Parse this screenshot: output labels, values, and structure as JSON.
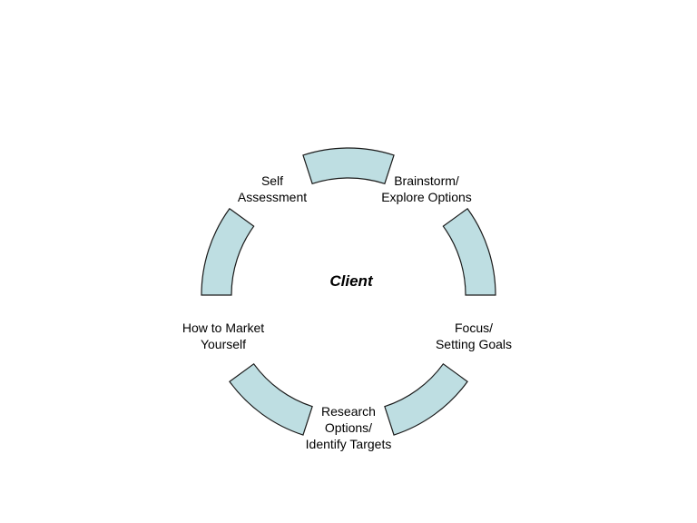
{
  "diagram": {
    "center_label": "Client",
    "segment_fill": "#BEDEE2",
    "segment_stroke": "#1a1a1a",
    "stages": [
      {
        "lines": [
          "Self",
          "Assessment"
        ]
      },
      {
        "lines": [
          "Brainstorm/",
          "Explore Options"
        ]
      },
      {
        "lines": [
          "Focus/",
          "Setting Goals"
        ]
      },
      {
        "lines": [
          "Research",
          "Options/",
          "Identify Targets"
        ]
      },
      {
        "lines": [
          "How to Market",
          "Yourself"
        ]
      }
    ],
    "segment_count": 5
  }
}
